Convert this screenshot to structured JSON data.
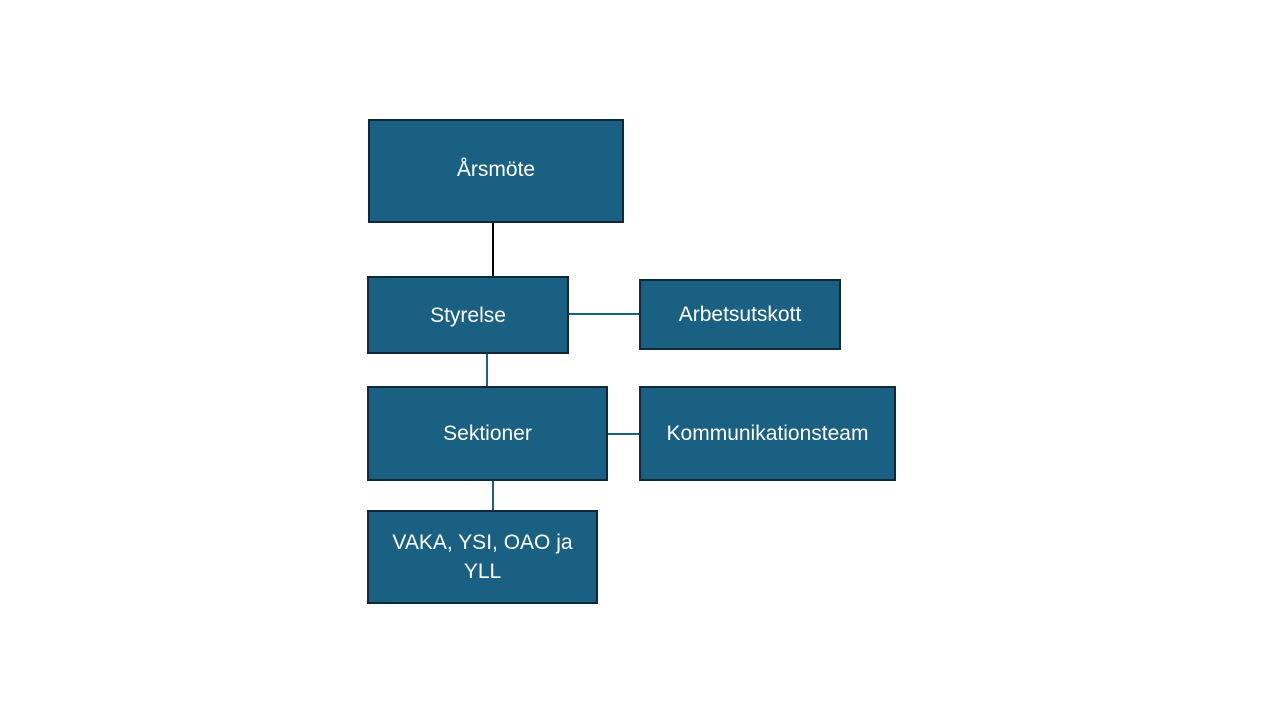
{
  "diagram": {
    "nodes": [
      {
        "id": "arsmote",
        "label": "Årsmöte"
      },
      {
        "id": "styrelse",
        "label": "Styrelse"
      },
      {
        "id": "arbetsutskott",
        "label": "Arbetsutskott"
      },
      {
        "id": "sektioner",
        "label": "Sektioner"
      },
      {
        "id": "kommunikationsteam",
        "label": "Kommunikationsteam"
      },
      {
        "id": "vaka",
        "label": "VAKA, YSI, OAO ja YLL"
      }
    ],
    "edges": [
      {
        "from": "arsmote",
        "to": "styrelse"
      },
      {
        "from": "styrelse",
        "to": "arbetsutskott"
      },
      {
        "from": "styrelse",
        "to": "sektioner"
      },
      {
        "from": "sektioner",
        "to": "kommunikationsteam"
      },
      {
        "from": "sektioner",
        "to": "vaka"
      }
    ],
    "colors": {
      "box_fill": "#1a6082",
      "box_border": "#0e2a3a",
      "text": "#ffffff",
      "connector": "#1a6082",
      "connector_top": "#000000"
    }
  }
}
